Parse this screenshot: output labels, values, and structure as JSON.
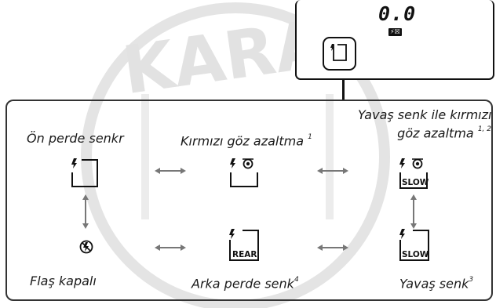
{
  "watermark": {
    "text": "KARA"
  },
  "lcd": {
    "value": "0.0",
    "flash_comp_label": "⚡☒"
  },
  "modes": {
    "front_curtain": {
      "label": "Ön perde senkr"
    },
    "red_eye": {
      "label": "Kırmızı göz azaltma",
      "note": "1"
    },
    "slow_red_eye": {
      "label_line1": "Yavaş senk ile kırmızı",
      "label_line2": "göz azaltma",
      "note": "1, 2"
    },
    "flash_off": {
      "label": "Flaş kapalı"
    },
    "rear_curtain": {
      "label": "Arka perde senk",
      "note": "4",
      "icon_text": "REAR"
    },
    "slow": {
      "label": "Yavaş senk",
      "note": "3",
      "icon_text": "SLOW"
    }
  },
  "slow_red_eye_icon_text": "SLOW"
}
